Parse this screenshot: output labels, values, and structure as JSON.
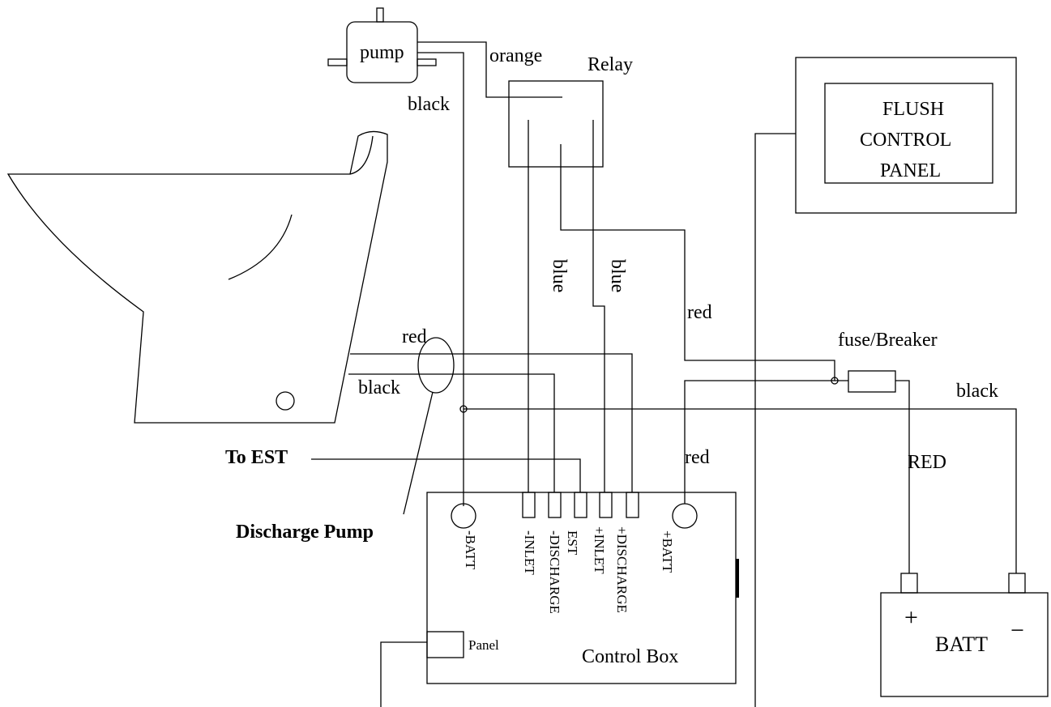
{
  "labels": {
    "pump": "pump",
    "orange": "orange",
    "relay": "Relay",
    "black_top": "black",
    "flush_line1": "FLUSH",
    "flush_line2": "CONTROL",
    "flush_line3": "PANEL",
    "blue_left": "blue",
    "blue_right": "blue",
    "red_relay": "red",
    "fuse": "fuse/Breaker",
    "red_wire_toilet": "red",
    "black_wire_toilet": "black",
    "black_right": "black",
    "to_est": "To EST",
    "red_batt": "red",
    "red_caps": "RED",
    "discharge_pump": "Discharge Pump",
    "panel": "Panel",
    "control_box": "Control Box",
    "batt": "BATT",
    "plus": "+",
    "minus": "−"
  },
  "terminals": [
    "-BATT",
    "-INLET",
    "-DISCHARGE",
    "EST",
    "+INLET",
    "+DISCHARGE",
    "+BATT"
  ]
}
